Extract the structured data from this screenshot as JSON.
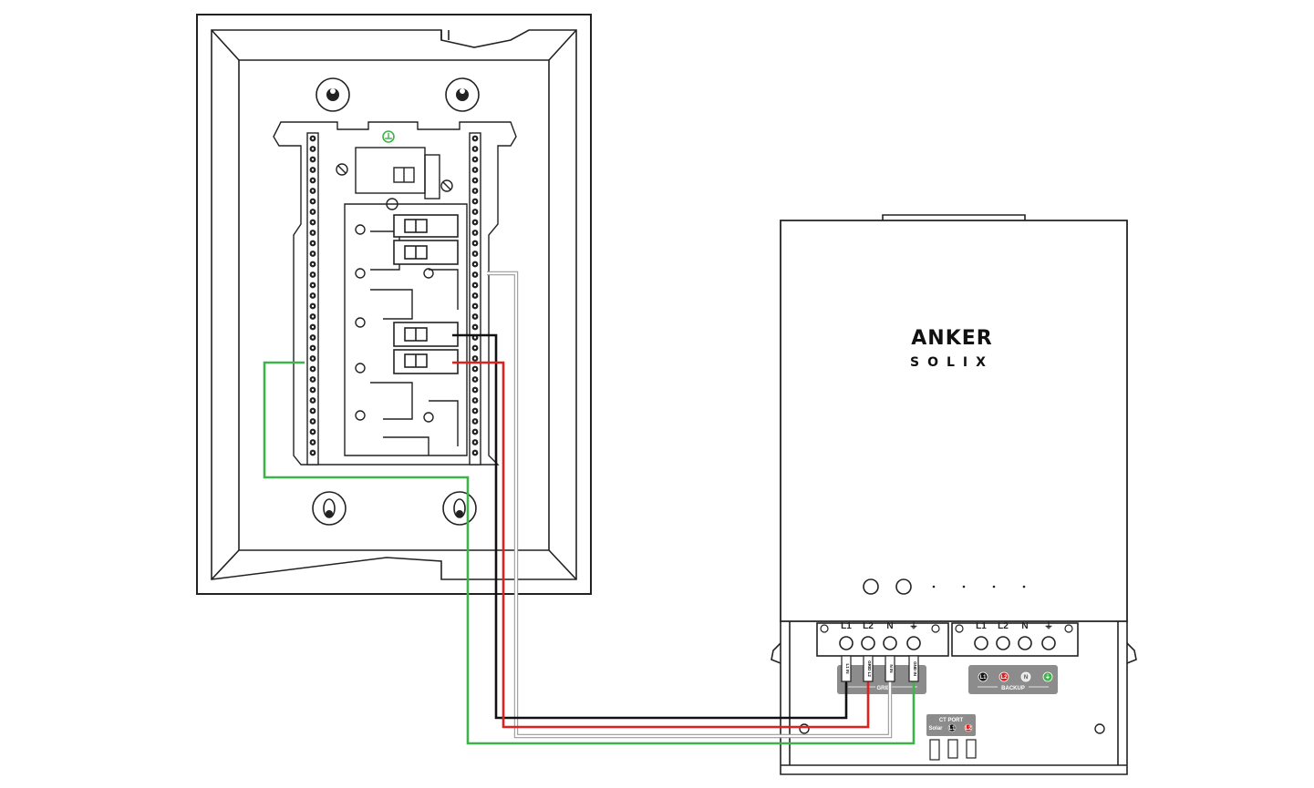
{
  "brand": {
    "line1": "ANKER",
    "line2": "SOLIX"
  },
  "grid_terminals": {
    "header": [
      "L1",
      "L2",
      "N",
      "⏚"
    ],
    "bar_label": "GRID",
    "wire_tags": [
      "L1 IN",
      "GRID L2",
      "N IN",
      "GND IN"
    ]
  },
  "backup_terminals": {
    "header": [
      "L1",
      "L2",
      "N",
      "⏚"
    ],
    "bar_label": "BACKUP",
    "dot_labels": [
      "L1",
      "L2",
      "N",
      "⏚"
    ]
  },
  "ct_port": {
    "title": "CT PORT",
    "label": "Solar",
    "dot_labels": [
      "L1",
      "L2"
    ]
  },
  "colors": {
    "line1_wire": "#111111",
    "line2_wire": "#e0201c",
    "neutral_wire": "#9a9a9a",
    "ground_wire": "#3db34a",
    "label_bar": "#8c8c8c"
  }
}
